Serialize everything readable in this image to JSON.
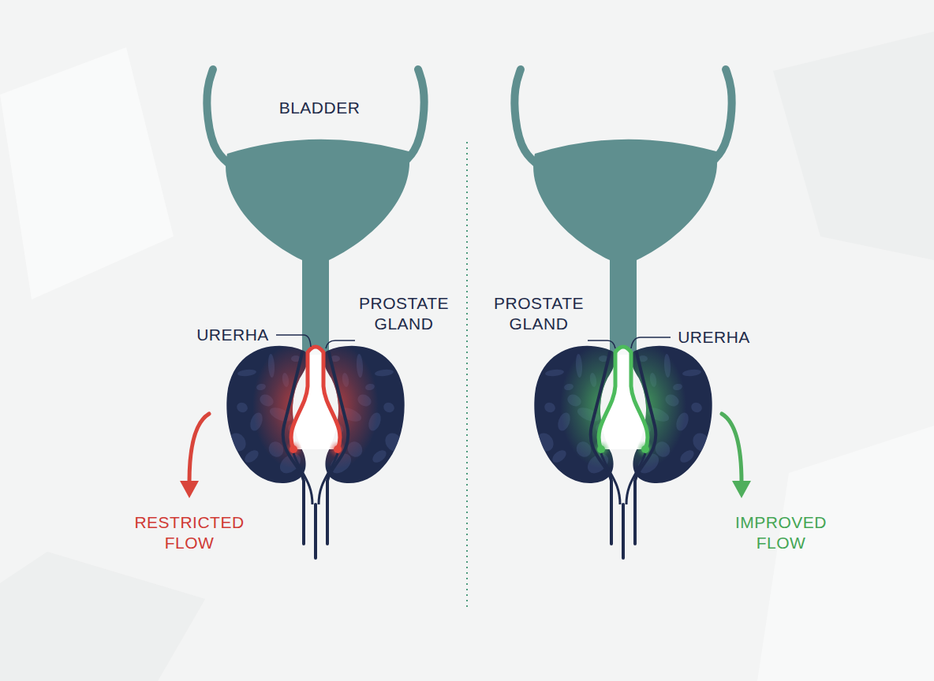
{
  "diagram": {
    "labels": [
      "BLADDER",
      "URERHA",
      "PROSTATE GLAND",
      "PROSTATE GLAND",
      "URERHA",
      "RESTRICTED FLOW",
      "IMPROVED FLOW"
    ]
  }
}
